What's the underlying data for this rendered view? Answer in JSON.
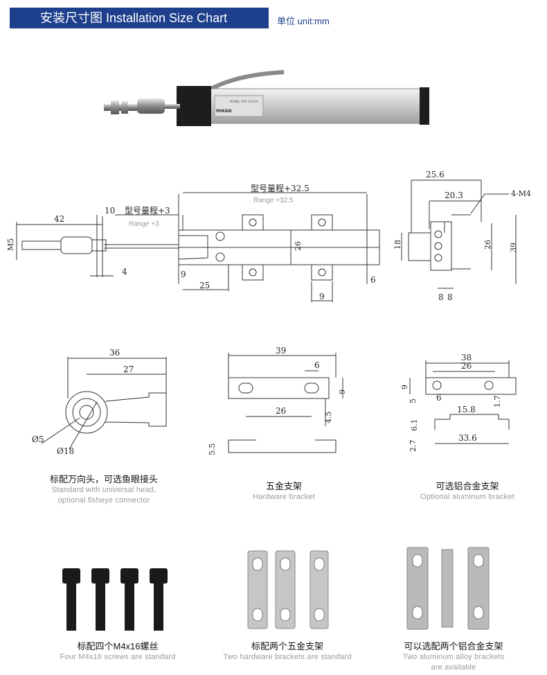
{
  "header": {
    "title": "安装尺寸图 Installation Size Chart",
    "unit": "单位 unit:mm"
  },
  "product_label": {
    "brand": "MIKAN",
    "model": "MODEL: KTR-125mm"
  },
  "main_drawing": {
    "range_zh": "型号量程+32.5",
    "range_en": "Range +32.5",
    "stroke_zh": "型号量程+3",
    "stroke_en": "Range +3",
    "d42": "42",
    "d10": "10",
    "d4": "4",
    "m5": "M5",
    "d9a": "9",
    "d25": "25",
    "d26": "26",
    "d6": "6",
    "d9b": "9"
  },
  "side_view": {
    "d256": "25.6",
    "d203": "20.3",
    "m4": "4-M4",
    "d18": "18",
    "d26": "26",
    "d39": "39",
    "d8a": "8",
    "d8b": "8"
  },
  "rod_end": {
    "d36": "36",
    "d27": "27",
    "d5": "Ø5",
    "d18": "Ø18"
  },
  "hw_bracket": {
    "d39": "39",
    "d6": "6",
    "d9": "9",
    "d26": "26",
    "d45": "4.5",
    "d55": "5.5"
  },
  "al_bracket": {
    "d38": "38",
    "d26": "26",
    "d9": "9",
    "d5": "5",
    "d6": "6",
    "d17": "1.7",
    "d158": "15.8",
    "d61": "6.1",
    "d336": "33.6",
    "d27": "2.7"
  },
  "captions": {
    "rod_end": {
      "zh": "标配万向头，可选鱼眼接头",
      "en1": "Standard with universal head,",
      "en2": "optional fisheye connector"
    },
    "hardware": {
      "zh": "五金支架",
      "en": "Hardware bracket"
    },
    "aluminum": {
      "zh": "可选铝合金支架",
      "en": "Optional aluminum bracket"
    },
    "screws": {
      "zh": "标配四个M4x16螺丝",
      "en": "Four M4x16 screws are standard"
    },
    "two_hw": {
      "zh": "标配两个五金支架",
      "en": "Two hardware brackets are standard"
    },
    "two_al": {
      "zh": "可以选配两个铝合金支架",
      "en1": "Two aluminum alloy brackets",
      "en2": "are available"
    }
  },
  "colors": {
    "banner": "#1d3f8c",
    "line": "#333333",
    "caption_en": "#9a9a9a"
  }
}
